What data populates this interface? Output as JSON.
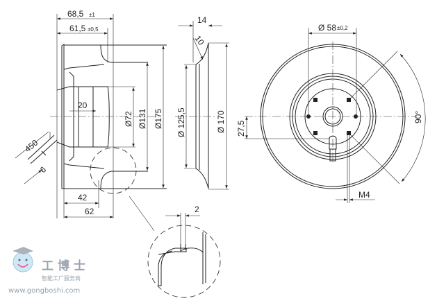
{
  "side_view": {
    "overall_length": "68,5",
    "overall_length_tol": "±1",
    "body_length": "61,5",
    "body_length_tol": "±0,5",
    "hub_depth": "20",
    "dia_hub": "Ø72",
    "dia_inlet": "Ø131",
    "dia_outer": "Ø175",
    "cable_length": "450",
    "cable_dia": "6",
    "dim_42": "42",
    "dim_62": "62"
  },
  "inlet_ring": {
    "width": "14",
    "radius": "10",
    "dia_inner": "Ø 125,5",
    "dia_outer": "Ø 170"
  },
  "detail": {
    "thickness": "2"
  },
  "front_view": {
    "bolt_circle": "Ø 58",
    "bolt_circle_tol": "±0,2",
    "cable_offset": "27,5",
    "thread": "M4",
    "angle": "90°"
  },
  "watermark": {
    "brand": "工博士",
    "slogan": "智能工厂服务商",
    "url": "www.gongboshi.com"
  }
}
